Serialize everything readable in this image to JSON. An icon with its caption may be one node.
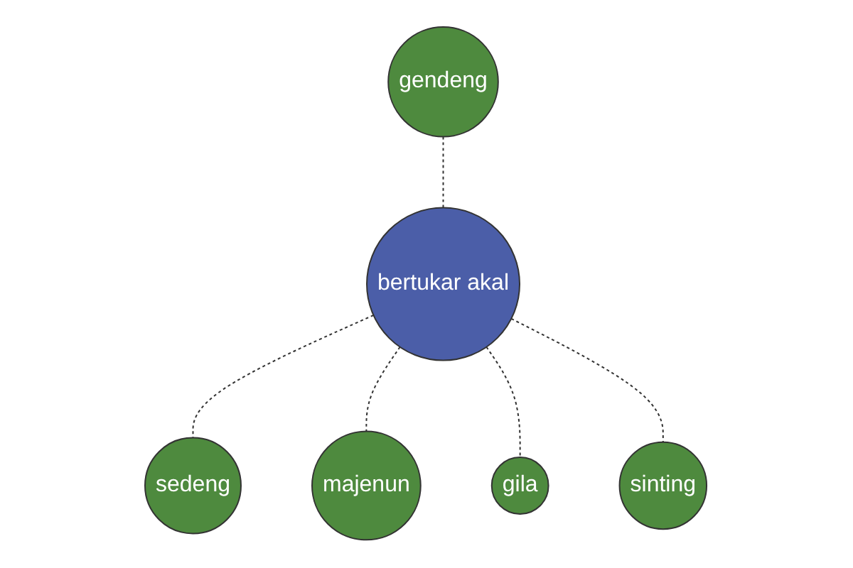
{
  "diagram": {
    "nodes": [
      {
        "text": [
          "gendeng"
        ]
      },
      {
        "text": [
          "bertukar akal"
        ]
      },
      {
        "text": [
          "sedeng"
        ]
      },
      {
        "text": [
          "majenun"
        ]
      },
      {
        "text": [
          "gila"
        ]
      },
      {
        "text": [
          "sinting"
        ]
      }
    ],
    "edges": [
      {
        "from": 0,
        "to": 1,
        "arrow": "none",
        "style": "dashed"
      },
      {
        "from": 1,
        "to": 2,
        "arrow": "none",
        "style": "dashed"
      },
      {
        "from": 1,
        "to": 3,
        "arrow": "none",
        "style": "dashed"
      },
      {
        "from": 1,
        "to": 4,
        "arrow": "none",
        "style": "dashed"
      },
      {
        "from": 1,
        "to": 5,
        "arrow": "none",
        "style": "dashed"
      }
    ]
  }
}
